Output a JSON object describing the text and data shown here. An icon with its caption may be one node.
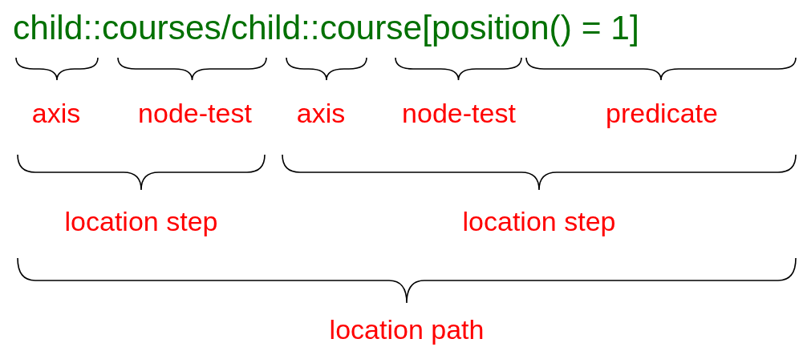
{
  "diagram": {
    "labels": [
      "child::courses/child::course[position() = 1]",
      "axis",
      "node-test",
      "axis",
      "node-test",
      "predicate",
      "location step",
      "location step",
      "location path"
    ]
  }
}
